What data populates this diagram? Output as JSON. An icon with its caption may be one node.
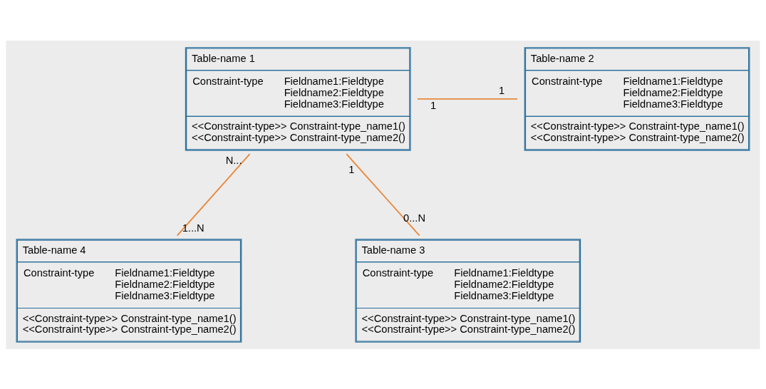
{
  "diagram": {
    "nodes": [
      {
        "text": [
          "Table-name 1",
          "Constraint-type",
          "Fieldname1:Fieldtype",
          "Fieldname2:Fieldtype",
          "Fieldname3:Fieldtype",
          "<<Constraint-type>> Constraint-type_name1()",
          "<<Constraint-type>> Constraint-type_name2()"
        ]
      },
      {
        "text": [
          "Table-name 2",
          "Constraint-type",
          "Fieldname1:Fieldtype",
          "Fieldname2:Fieldtype",
          "Fieldname3:Fieldtype",
          "<<Constraint-type>> Constraint-type_name1()",
          "<<Constraint-type>> Constraint-type_name2()"
        ]
      },
      {
        "text": [
          "Table-name 4",
          "Constraint-type",
          "Fieldname1:Fieldtype",
          "Fieldname2:Fieldtype",
          "Fieldname3:Fieldtype",
          "<<Constraint-type>> Constraint-type_name1()",
          "<<Constraint-type>> Constraint-type_name2()"
        ]
      },
      {
        "text": [
          "Table-name 3",
          "Constraint-type",
          "Fieldname1:Fieldtype",
          "Fieldname2:Fieldtype",
          "Fieldname3:Fieldtype",
          "<<Constraint-type>> Constraint-type_name1()",
          "<<Constraint-type>> Constraint-type_name2()"
        ]
      }
    ],
    "edges": [
      {
        "from": 0,
        "to": 1,
        "arrow": "none"
      },
      {
        "from": 0,
        "to": 2,
        "arrow": "none"
      },
      {
        "from": 0,
        "to": 3,
        "arrow": "none"
      }
    ],
    "labels": [
      "1",
      "1",
      "1",
      "N...",
      "1...N",
      "0...N"
    ]
  }
}
